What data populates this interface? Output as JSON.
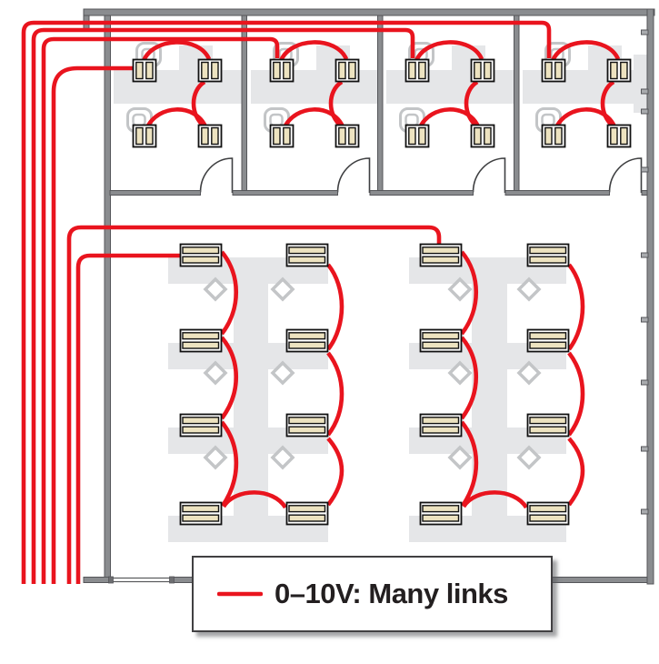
{
  "legend": {
    "label": "0–10V: Many links"
  },
  "colors": {
    "wire": "#E9141E",
    "wall": "#8A8C8F",
    "wall_edge": "#55565A",
    "desk": "#E5E6E8",
    "chair": "#C3C5C7",
    "lamp": "#EDE3C0",
    "fixture_edge": "#111111",
    "door_line": "#3E3F41",
    "legend_border": "#414042",
    "legend_text": "#231F20",
    "page_bg": "#FFFFFF"
  },
  "plan": {
    "private_offices": 4,
    "fixtures_per_private_office": 4,
    "open_area_fixture_columns": 4,
    "fixtures_per_column": 4,
    "left_wire_bundle_count": 6
  }
}
